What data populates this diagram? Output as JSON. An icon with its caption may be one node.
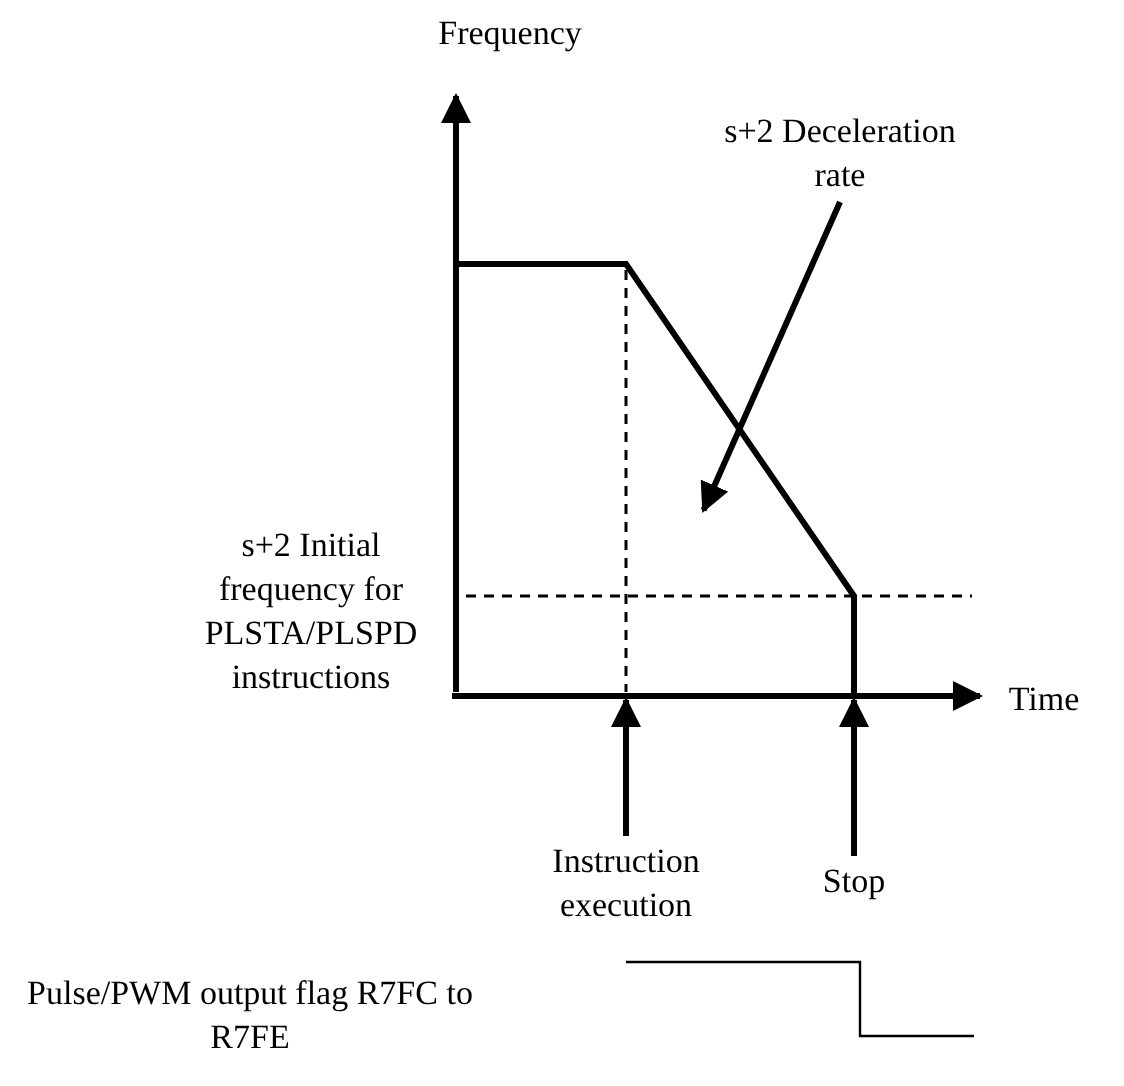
{
  "diagram": {
    "nodes": [
      {
        "text": [
          "s+2 Deceleration rate"
        ]
      },
      {
        "text": [
          "Instruction execution"
        ]
      },
      {
        "text": [
          "Stop"
        ]
      },
      {
        "text": [],
        "shape": "line",
        "beside": [
          "Time"
        ]
      },
      {
        "text": [],
        "shape": "line"
      },
      {
        "text": [],
        "shape": "line",
        "beside": [
          "Frequency"
        ]
      }
    ],
    "edges": [
      {
        "from": 0,
        "to": 4,
        "arrow": "to"
      },
      {
        "from": 1,
        "to": 3,
        "arrow": "to"
      },
      {
        "from": 2,
        "to": 3,
        "arrow": "to"
      }
    ],
    "labels": [
      "s+2 Initial frequency for PLSTA/PLSPD instructions",
      "Pulse/PWM output flag R7FC to R7FE"
    ]
  }
}
